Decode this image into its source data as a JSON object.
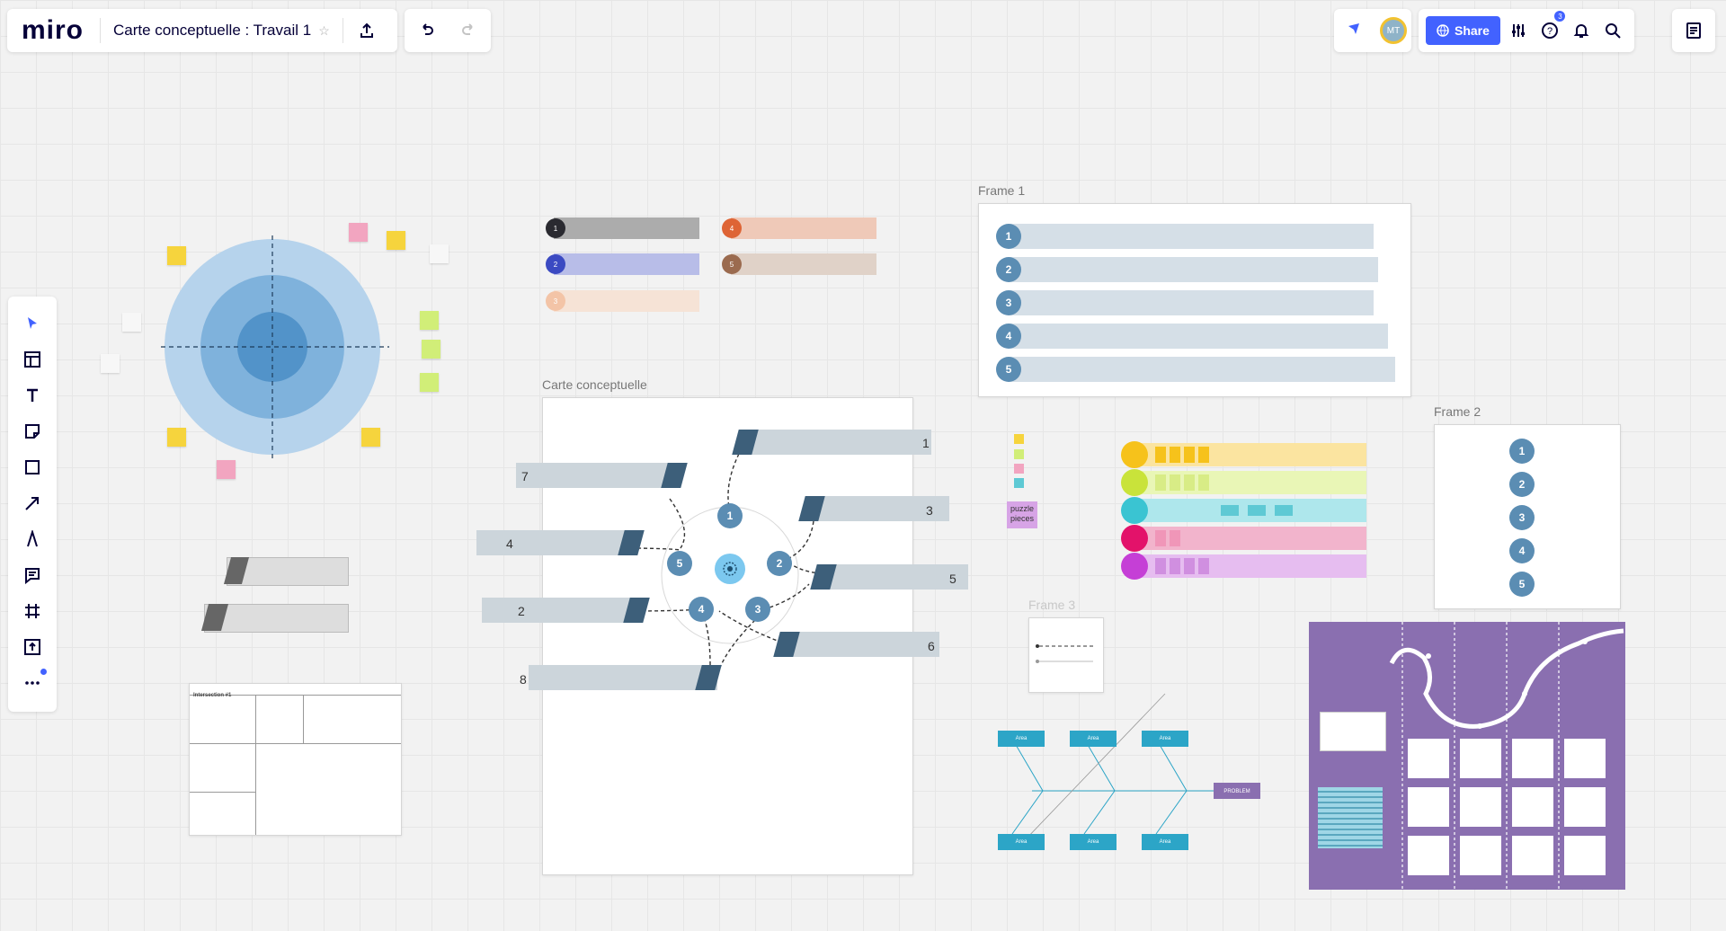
{
  "header": {
    "logo": "miro",
    "board_title": "Carte conceptuelle : Travail 1",
    "share_label": "Share",
    "avatar_initials": "MT",
    "help_badge": "3"
  },
  "frames": {
    "frame1": "Frame 1",
    "frame2": "Frame 2",
    "frame3": "Frame 3",
    "concept_map": "Carte conceptuelle"
  },
  "concept_map_numbers": [
    "1",
    "7",
    "3",
    "4",
    "5",
    "2",
    "6",
    "8"
  ],
  "node_numbers": [
    "1",
    "2",
    "3",
    "4",
    "5"
  ],
  "progress_numbers": [
    "1",
    "2",
    "3",
    "4",
    "5"
  ],
  "puzzle_label": "puzzle pieces",
  "intersection_title": "Intersection #1",
  "fishbone_problem": "PROBLEM",
  "fishbone_area": "Area",
  "colors": {
    "accent": "#4262ff",
    "node_blue": "#5b8db3",
    "dark_tab": "#3d5f7a",
    "purple_board": "#8a6fb0"
  }
}
